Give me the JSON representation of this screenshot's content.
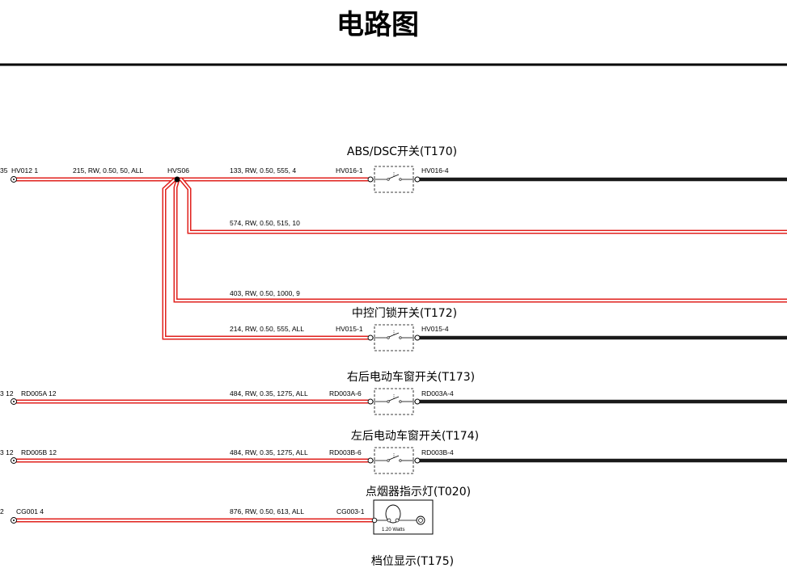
{
  "page_title": "电路图",
  "components": {
    "abs_dsc": "ABS/DSC开关(T170)",
    "central_lock": "中控门锁开关(T172)",
    "rr_window": "右后电动车窗开关(T173)",
    "lr_window": "左后电动车窗开关(T174)",
    "cigar_lamp": "点烟器指示灯(T020)",
    "gear_display": "档位显示(T175)",
    "lamp_rating": "1.20 Watts"
  },
  "splice": "HVS06",
  "left_pins": {
    "hv012": "HV012  1",
    "rd005a": "RD005A  12",
    "rd005b": "RD005B  12",
    "cg001": "CG001  4"
  },
  "left_fragments": {
    "r1": "35",
    "r4": "3  12",
    "r5": "3  12",
    "r6": "2"
  },
  "wire_labels": {
    "w215": "215, RW, 0.50, 50, ALL",
    "w133": "133, RW, 0.50, 555, 4",
    "w574": "574, RW, 0.50, 515, 10",
    "w403": "403, RW, 0.50, 1000, 9",
    "w214": "214, RW, 0.50, 555, ALL",
    "w484a": "484, RW, 0.35, 1275, ALL",
    "w484b": "484, RW, 0.35, 1275, ALL",
    "w876": "876, RW, 0.50, 613, ALL"
  },
  "switch_pins": {
    "hv016_1": "HV016-1",
    "hv016_4": "HV016-4",
    "hv015_1": "HV015-1",
    "hv015_4": "HV015-4",
    "rd003a_6": "RD003A-6",
    "rd003a_4": "RD003A-4",
    "rd003b_6": "RD003B-6",
    "rd003b_4": "RD003B-4",
    "cg003_1": "CG003-1"
  },
  "colors": {
    "wire_red": "#e0201c",
    "wire_black": "#1a1a1a"
  }
}
